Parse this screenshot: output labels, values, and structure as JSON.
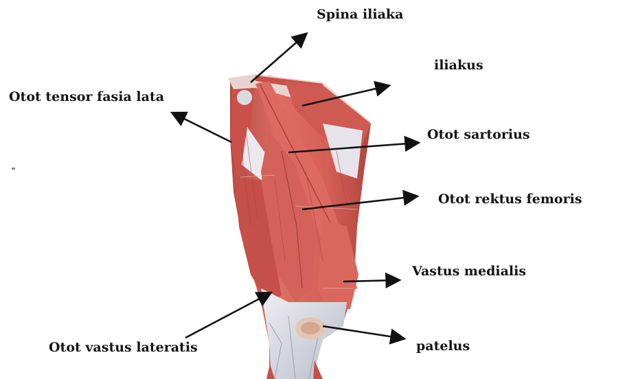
{
  "labels": {
    "spina_iliaka": "Spina iliaka",
    "iliakus": "iliakus",
    "tensor_fasia_lata": "Otot tensor fasia lata",
    "sartorius": "Otot sartorius",
    "rektus_femoris": "Otot rektus femoris",
    "vastus_medialis": "Vastus medialis",
    "vastus_lateratis": "Otot vastus lateratis",
    "patelus": "patelus"
  },
  "colors": {
    "muscle": "#d9655c",
    "muscle_dark": "#b8453f",
    "tendon": "#d8dbe2",
    "arrow": "#111111"
  }
}
